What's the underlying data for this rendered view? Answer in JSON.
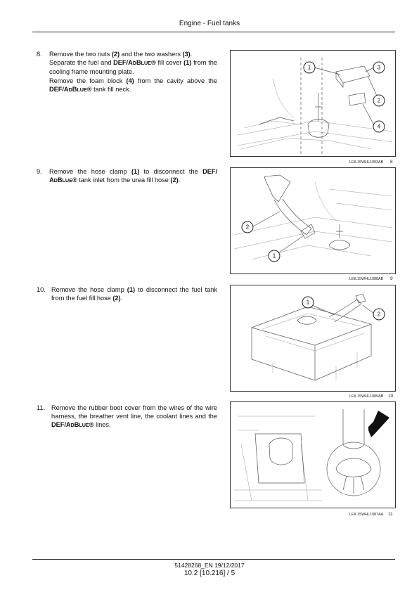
{
  "header": {
    "title": "Engine - Fuel tanks"
  },
  "steps": [
    {
      "num": "8.",
      "parts": [
        [
          "Remove the two nuts ",
          "(2)",
          " and the two washers ",
          "(3)",
          "."
        ],
        [
          "Separate the fuel and ",
          "DEF/A",
          "D",
          "B",
          "LUE",
          "®",
          " fill cover ",
          "(1)",
          " from the cooling frame mounting plate."
        ],
        [
          "Remove the foam block ",
          "(4)",
          " from the cavity above the ",
          "DEF/A",
          "D",
          "B",
          "LUE",
          "®",
          " tank fill neck."
        ]
      ],
      "figure": {
        "ref": "LEIL15WHL1093AB",
        "number": "8",
        "callouts": [
          "1",
          "3",
          "2",
          "4"
        ]
      }
    },
    {
      "num": "9.",
      "parts": [
        [
          "Remove the hose clamp ",
          "(1)",
          " to disconnect the ",
          "DEF/ A",
          "D",
          "B",
          "LUE",
          "®",
          " tank inlet from the urea fill hose ",
          "(2)",
          "."
        ]
      ],
      "figure": {
        "ref": "LEIL15WHL1088AB",
        "number": "9",
        "callouts": [
          "2",
          "1"
        ]
      }
    },
    {
      "num": "10.",
      "parts": [
        [
          "Remove the hose clamp ",
          "(1)",
          " to disconnect the fuel tank from the fuel fill hose ",
          "(2)",
          "."
        ]
      ],
      "figure": {
        "ref": "LEIL15WHL1089AB",
        "number": "10",
        "callouts": [
          "1",
          "2"
        ]
      }
    },
    {
      "num": "11.",
      "parts": [
        [
          "Remove the rubber boot cover from the wires of the wire harness, the breather vent line, the coolant lines and the ",
          "DEF/A",
          "D",
          "B",
          "LUE",
          "®",
          " lines."
        ]
      ],
      "figure": {
        "ref": "LEIL15WHL1087AA",
        "number": "11"
      }
    }
  ],
  "footer": {
    "doc": "51428268_EN 19/12/2017",
    "page": "10.2 [10.216] / 5"
  }
}
